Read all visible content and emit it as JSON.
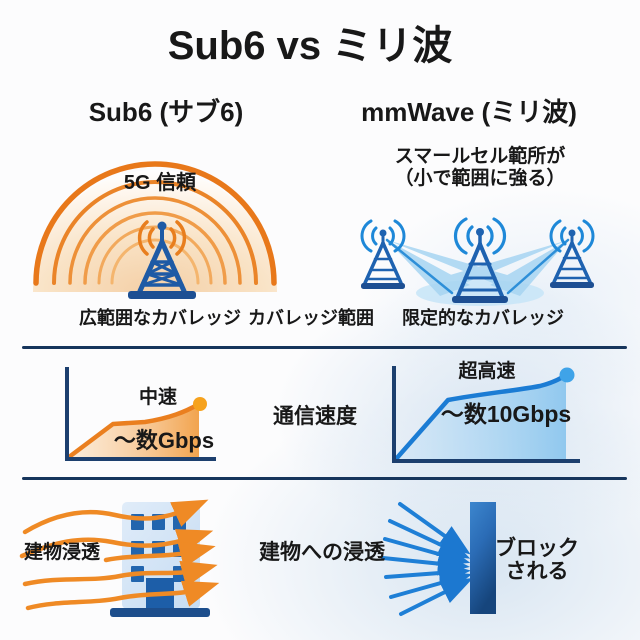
{
  "title": "Sub6 vs ミリ波",
  "left": {
    "header": "Sub6 (サブ6)",
    "dome_label": "5G 信頼",
    "coverage": "広範囲なカバレッジ",
    "speed_label": "中速",
    "speed_value": "〜数Gbps",
    "penetration": "建物浸透"
  },
  "right": {
    "header": "mmWave (ミリ波)",
    "note1": "スマールセル範所が",
    "note2": "（小で範囲に強る）",
    "coverage": "限定的なカバレッジ",
    "speed_label": "超高速",
    "speed_value": "〜数10Gbps",
    "block1": "ブロック",
    "block2": "される"
  },
  "middle": {
    "coverage": "カバレッジ範囲",
    "speed": "通信速度",
    "penetration": "建物への浸透"
  },
  "icons": {
    "coverage-dome-icon": "concentric orange arcs over gradient half-circle",
    "radio-tower-icon": "lattice broadcast tower with antenna waves",
    "small-cell-towers-icon": "three blue towers linked by light beams",
    "building-icon": "blue office building with windows",
    "penetration-arrows-icon": "orange wavy arrows passing through building",
    "blocked-arrows-icon": "blue arrows stopped by dark wall"
  },
  "colors": {
    "orange": "#E8781A",
    "orange_light": "#F4B56E",
    "navy": "#16355C",
    "tower_blue": "#1E5AA5",
    "bright_blue": "#1E88D8",
    "light_blue_fill": "#C9E5F7",
    "background_tint": "#DDE8F3",
    "dome_fill": "#F4CFA6"
  },
  "chart_data": [
    {
      "type": "line",
      "title": "Sub6 通信速度",
      "x": [
        0,
        1,
        2,
        3,
        4
      ],
      "values": [
        2,
        38,
        42,
        48,
        60
      ],
      "annotations": [
        "中速",
        "〜数Gbps"
      ],
      "series_color": "#EA7F1F",
      "xlabel": "",
      "ylabel": "",
      "note": "stylized unlabeled axes, endpoint dot, gradient area fill"
    },
    {
      "type": "line",
      "title": "mmWave 通信速度",
      "x": [
        0,
        1,
        2,
        3,
        4
      ],
      "values": [
        2,
        66,
        74,
        82,
        93
      ],
      "annotations": [
        "超高速",
        "〜数10Gbps"
      ],
      "series_color": "#1B7CD4",
      "xlabel": "",
      "ylabel": "",
      "note": "stylized unlabeled axes, endpoint dot, gradient area fill"
    }
  ]
}
